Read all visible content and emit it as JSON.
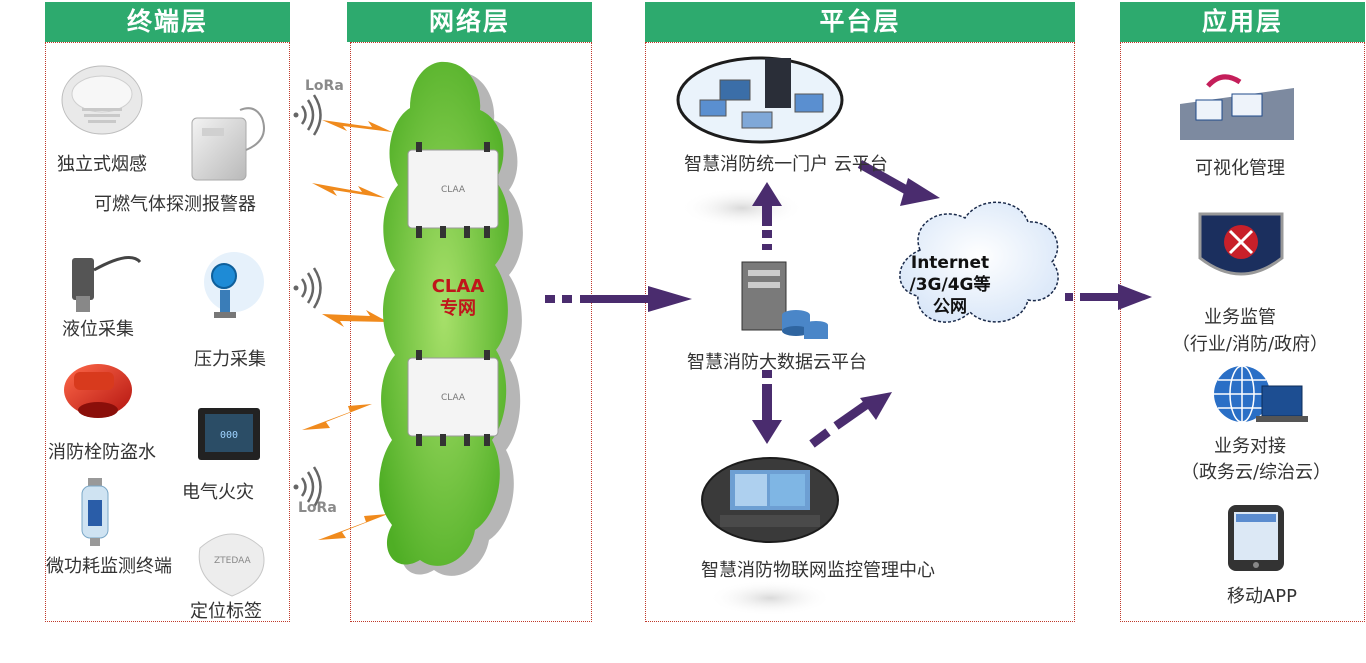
{
  "headers": {
    "terminal": "终端层",
    "network": "网络层",
    "platform": "平台层",
    "application": "应用层"
  },
  "terminal_devices": {
    "smoke": "独立式烟感",
    "gas": "可燃气体探测报警器",
    "level": "液位采集",
    "pressure": "压力采集",
    "hydrant": "消防栓防盗水",
    "electric": "电气火灾",
    "micro": "微功耗监测终端",
    "tag": "定位标签",
    "tag_brand": "ZTEDAA"
  },
  "network": {
    "lora_top": "LoRa",
    "lora_bottom": "LoRa",
    "claa_line1": "CLAA",
    "claa_line2": "专网",
    "gateway_brand": "CLAA"
  },
  "platform": {
    "portal": "智慧消防统一门户 云平台",
    "bigdata": "智慧消防大数据云平台",
    "monitor": "智慧消防物联网监控管理中心",
    "internet_line1": "Internet",
    "internet_line2": "/3G/4G等",
    "internet_line3": "公网"
  },
  "application": {
    "visual": "可视化管理",
    "supervision": "业务监管",
    "supervision_sub": "（行业/消防/政府）",
    "docking": "业务对接",
    "docking_sub": "（政务云/综治云）",
    "mobile": "移动APP"
  },
  "colors": {
    "header_green": "#2daa6e",
    "frame_red": "#c0392b",
    "arrow_purple": "#4a2c6e",
    "bolt_orange": "#f08a1c",
    "cloud_green": "#6fc23a",
    "claa_red": "#c0161b"
  }
}
